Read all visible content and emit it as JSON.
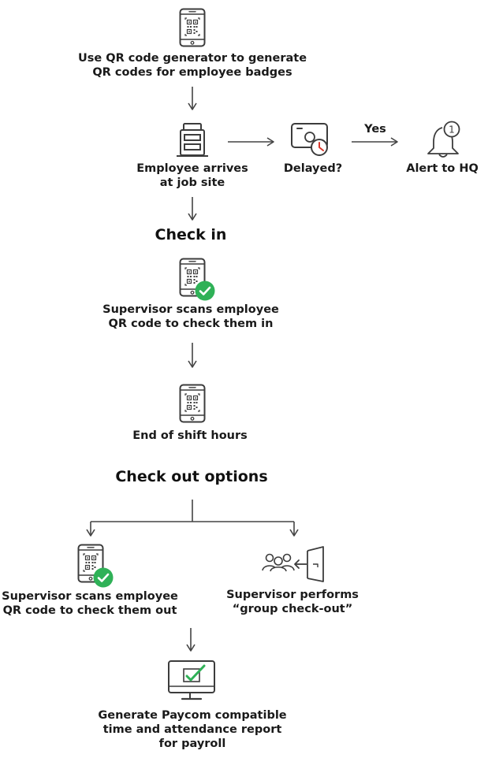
{
  "nodes": {
    "generate_qr": {
      "line1": "Use QR code generator to generate",
      "line2": "QR codes for employee badges",
      "icon": "phone-qr-icon"
    },
    "arrives": {
      "line1": "Employee arrives",
      "line2": "at job site",
      "icon": "building-icon"
    },
    "delayed": {
      "line1": "Delayed?",
      "icon": "id-card-clock-icon"
    },
    "alert": {
      "line1": "Alert to HQ",
      "icon": "bell-notification-icon",
      "badge": "1"
    },
    "scan_in": {
      "line1": "Supervisor scans employee",
      "line2": "QR code to check them in",
      "icon": "phone-qr-check-icon"
    },
    "end_shift": {
      "line1": "End of shift hours",
      "icon": "phone-qr-icon"
    },
    "scan_out": {
      "line1": "Supervisor scans employee",
      "line2": "QR code to check them out",
      "icon": "phone-qr-check-icon"
    },
    "group_out": {
      "line1": "Supervisor performs",
      "line2": "“group check-out”",
      "icon": "group-door-exit-icon"
    },
    "report": {
      "line1": "Generate Paycom compatible",
      "line2": "time and attendance report",
      "line3": "for payroll",
      "icon": "monitor-check-icon"
    }
  },
  "headings": {
    "check_in": "Check in",
    "check_out": "Check out options"
  },
  "edge_labels": {
    "yes": "Yes"
  },
  "colors": {
    "icon_stroke": "#3c3c3c",
    "arrow": "#444444",
    "check_badge": "#2fb157",
    "clock_hands": "#d9372b",
    "text": "#1a1a1a"
  }
}
